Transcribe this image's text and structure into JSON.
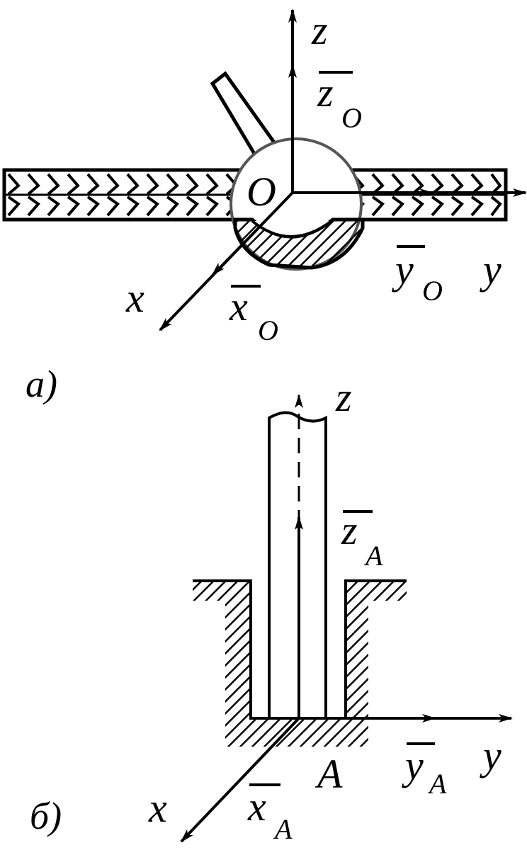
{
  "panel_a": {
    "caption": "a)",
    "origin_label": "O",
    "axis_x": "x",
    "axis_y": "y",
    "axis_z": "z",
    "vec_x": "x",
    "vec_y": "y",
    "vec_z": "z",
    "sub": "O"
  },
  "panel_b": {
    "caption": "б)",
    "point_label": "A",
    "axis_x": "x",
    "axis_y": "y",
    "axis_z": "z",
    "vec_x": "x",
    "vec_y": "y",
    "vec_z": "z",
    "sub": "A"
  }
}
